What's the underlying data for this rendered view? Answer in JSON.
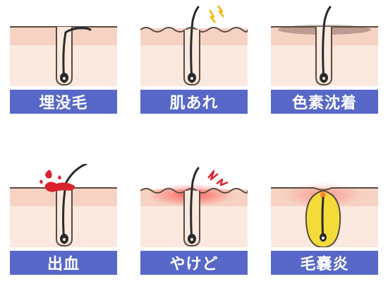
{
  "colors": {
    "skin_top": "#f6d2c3",
    "skin_lower": "#fbe9df",
    "outline": "#5a4a3f",
    "hair": "#2a2a2a",
    "label_bg": "#5868c8",
    "label_text": "#ffffff",
    "blood": "#d8232e",
    "burn": "#ff3b3b",
    "follicle_yellow": "#f3dc3a",
    "irritation": "#f2b705"
  },
  "panels": [
    {
      "id": "ingrown",
      "label": "埋没毛"
    },
    {
      "id": "rough-skin",
      "label": "肌あれ"
    },
    {
      "id": "pigmentation",
      "label": "色素沈着"
    },
    {
      "id": "bleeding",
      "label": "出血"
    },
    {
      "id": "burn",
      "label": "やけど"
    },
    {
      "id": "folliculitis",
      "label": "毛嚢炎"
    }
  ]
}
